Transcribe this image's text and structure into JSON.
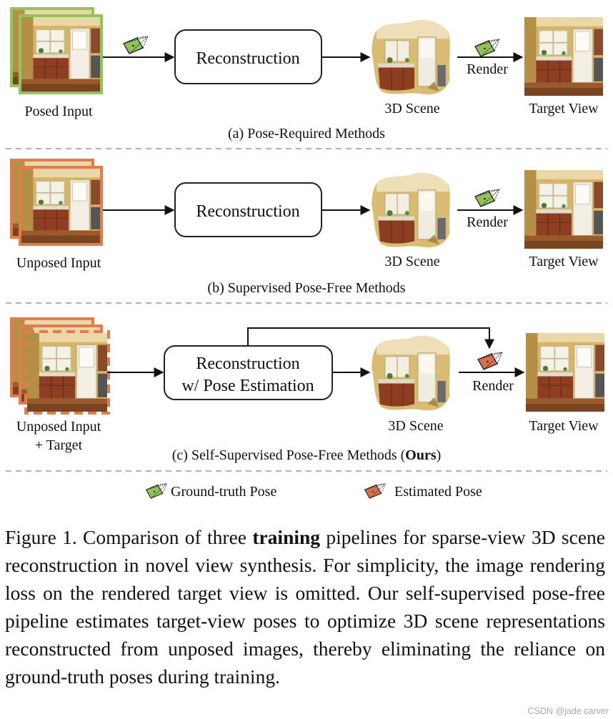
{
  "rows": [
    {
      "input_label": [
        "Posed Input"
      ],
      "process_label": [
        "Reconstruction"
      ],
      "scene_label": "3D Scene",
      "render_label": "Render",
      "target_label": "Target View",
      "section_title": [
        "(a) Pose-Required Methods"
      ],
      "input_border_color": "#93c35a",
      "camera_icon": "ground-truth-pose-camera-icon"
    },
    {
      "input_label": [
        "Unposed Input"
      ],
      "process_label": [
        "Reconstruction"
      ],
      "scene_label": "3D Scene",
      "render_label": "Render",
      "target_label": "Target View",
      "section_title": [
        "(b) Supervised Pose-Free Methods"
      ],
      "input_border_color": "#e07d4f",
      "camera_icon": "ground-truth-pose-camera-icon"
    },
    {
      "input_label": [
        "Unposed Input",
        "+ Target"
      ],
      "process_label": [
        "Reconstruction",
        "w/ Pose Estimation"
      ],
      "scene_label": "3D Scene",
      "render_label": "Render",
      "target_label": "Target View",
      "section_title": [
        "(c) Self-Supervised Pose-Free Methods (",
        "Ours",
        ")"
      ],
      "input_border_color": "#e07d4f",
      "camera_icon": "estimated-pose-camera-icon"
    }
  ],
  "legend": {
    "ground_truth": "Ground-truth Pose",
    "estimated": "Estimated Pose",
    "gt_color": "#8fc45a",
    "est_color": "#d9714a"
  },
  "caption": {
    "prefix": "Figure 1. Comparison of three ",
    "bold": "training",
    "rest": " pipelines for sparse-view 3D scene reconstruction in novel view synthesis. For simplicity, the image rendering loss on the rendered target view is omitted. Our self-supervised pose-free pipeline estimates target-view poses to optimize 3D scene representations reconstructed from unposed images, thereby eliminating the reliance on ground-truth poses during training."
  },
  "watermark": "CSDN @jade carver"
}
